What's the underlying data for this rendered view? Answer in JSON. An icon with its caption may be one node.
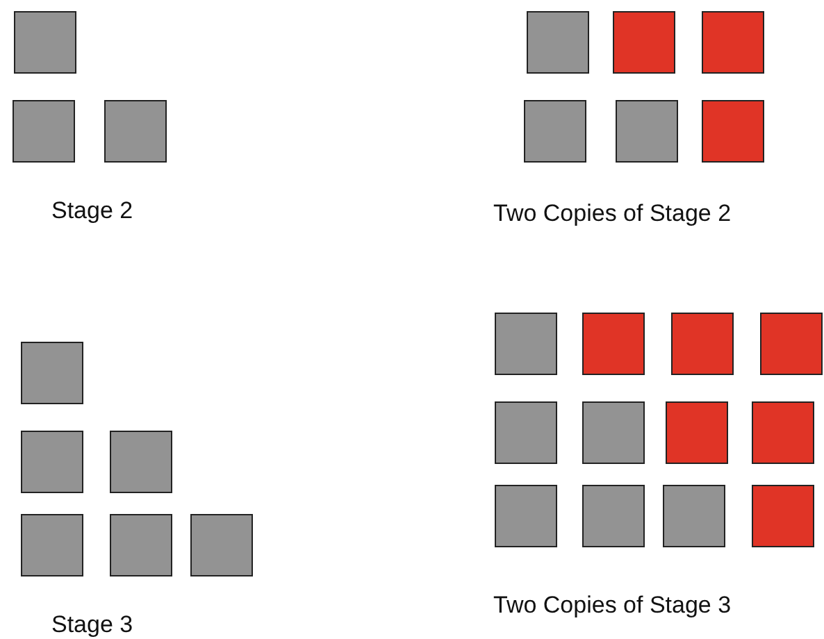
{
  "diagram": {
    "labels": [
      "Stage 2",
      "Two Copies of Stage 2",
      "Stage 3",
      "Two Copies of Stage 3"
    ]
  }
}
